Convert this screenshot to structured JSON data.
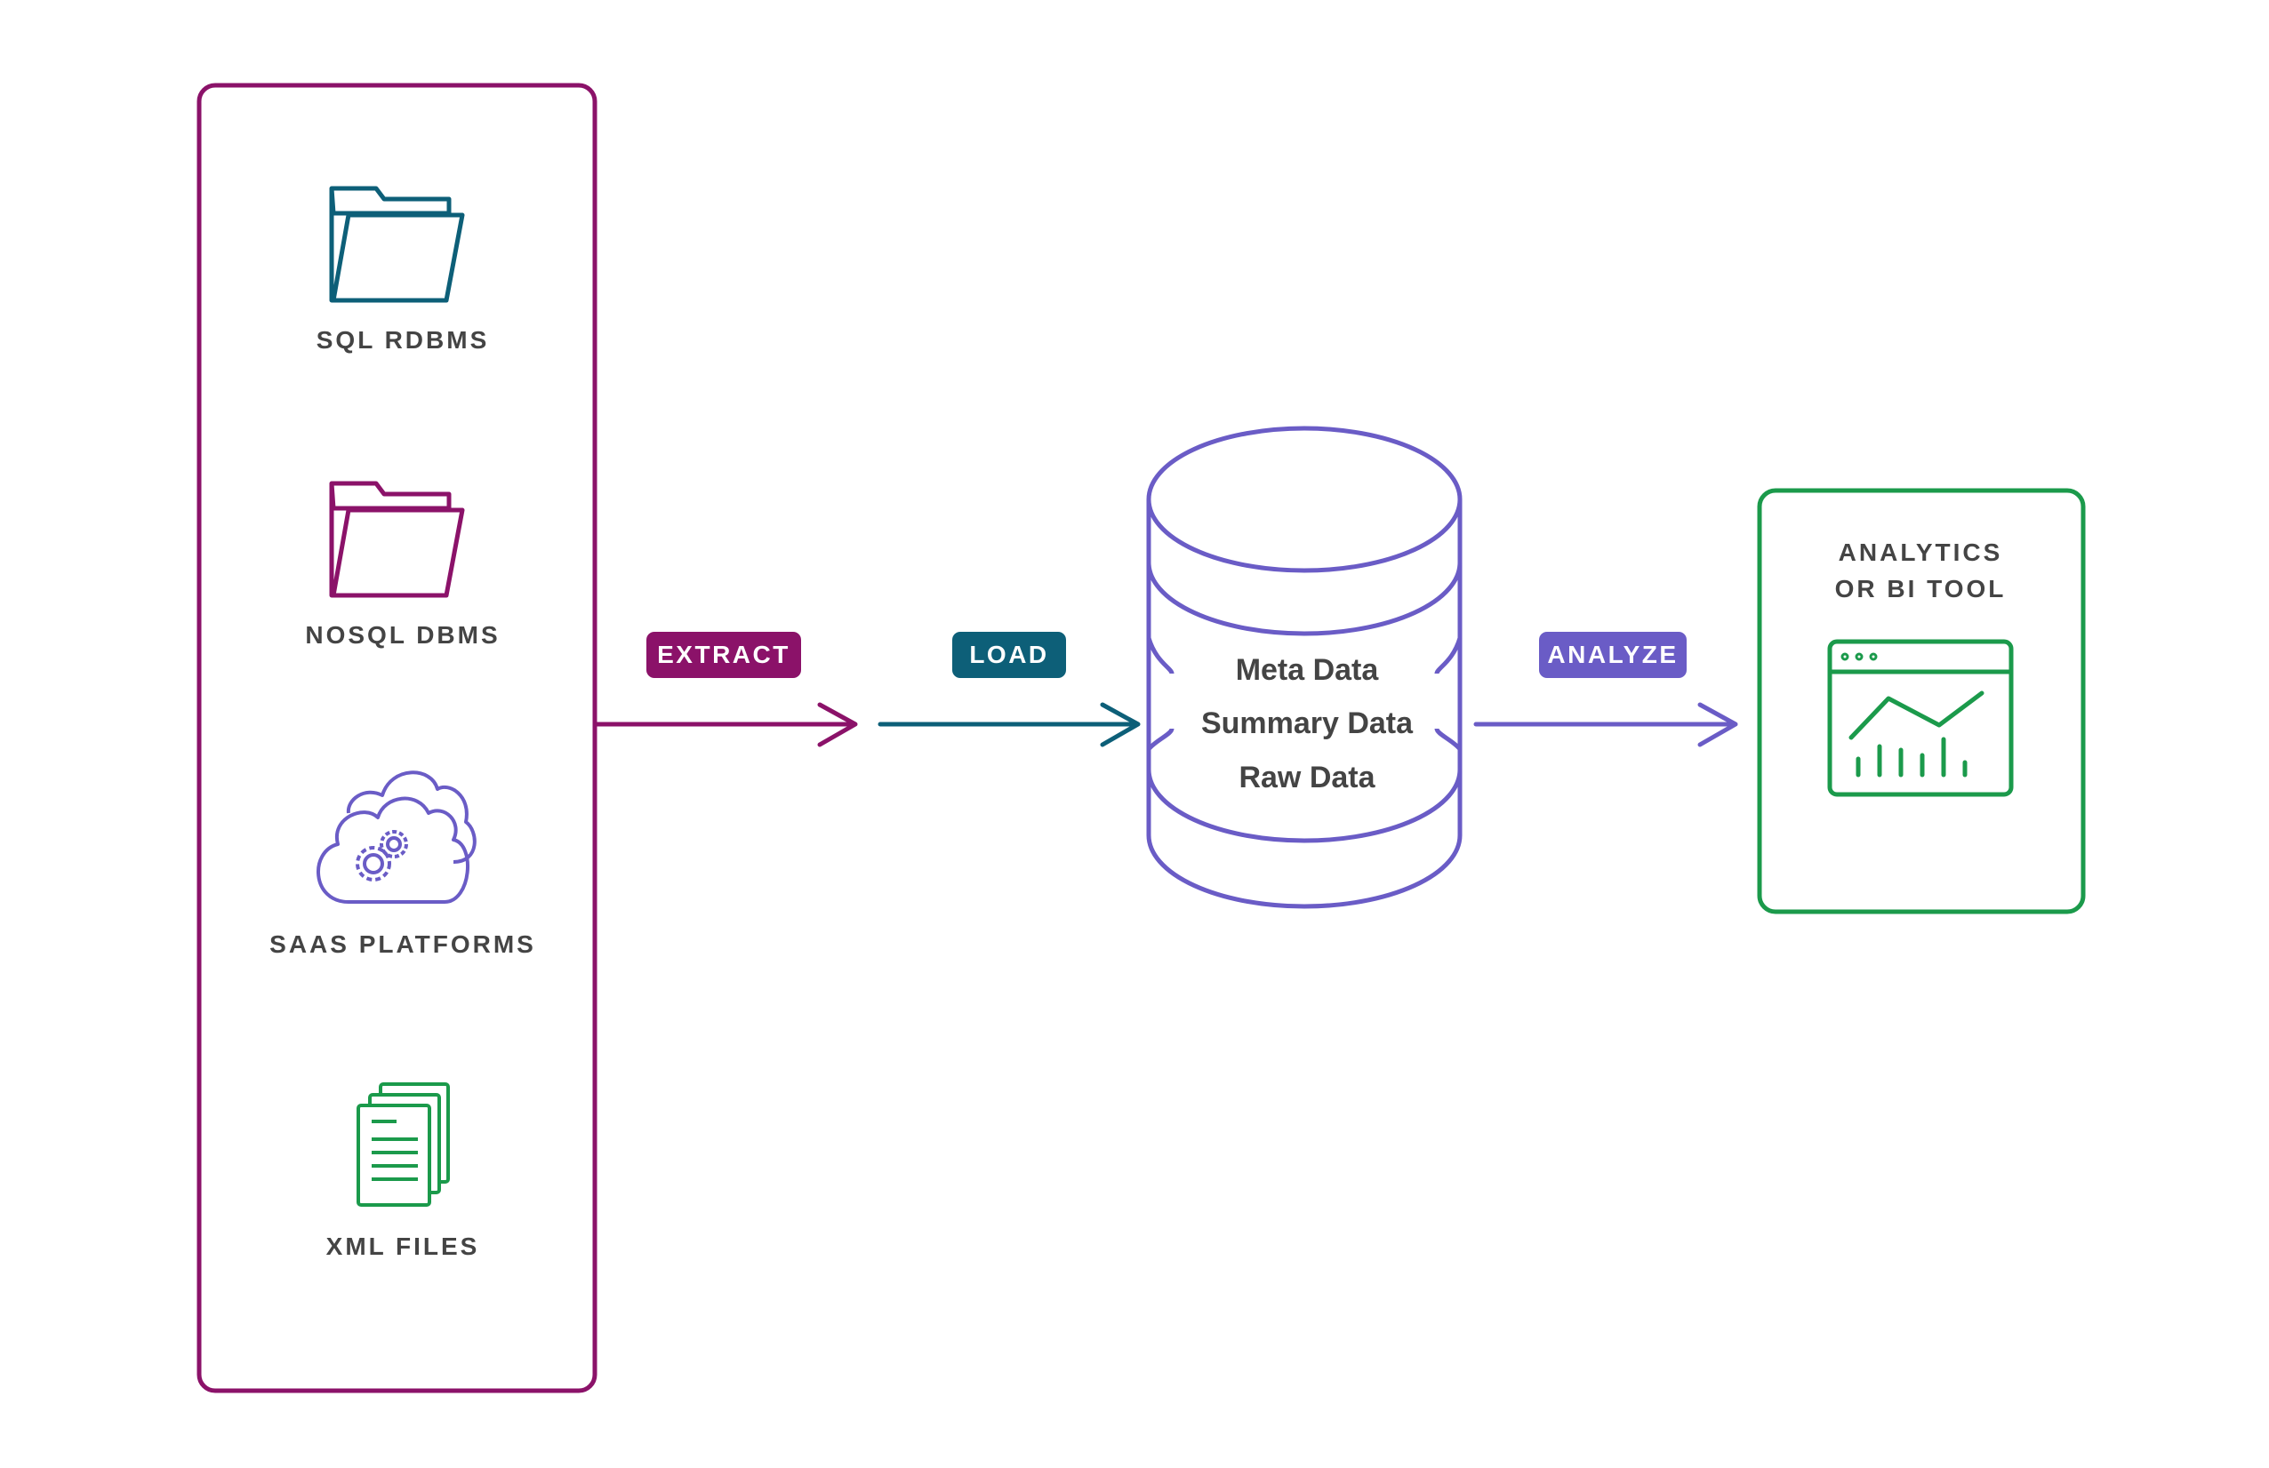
{
  "sources": [
    {
      "label": "SQL RDBMS",
      "icon": "folder-icon"
    },
    {
      "label": "NOSQL DBMS",
      "icon": "folder-icon"
    },
    {
      "label": "SAAS PLATFORMS",
      "icon": "cloud-gears-icon"
    },
    {
      "label": "XML FILES",
      "icon": "documents-icon"
    }
  ],
  "steps": {
    "extract": "EXTRACT",
    "load": "LOAD",
    "analyze": "ANALYZE"
  },
  "warehouse": {
    "layers": [
      "Meta Data",
      "Summary Data",
      "Raw Data"
    ],
    "icon": "database-icon"
  },
  "analytics": {
    "title_line1": "ANALYTICS",
    "title_line2": "OR BI TOOL",
    "icon": "dashboard-chart-icon"
  },
  "colors": {
    "extract": "#8b1269",
    "load": "#0d5f78",
    "analyze": "#6a5cc6",
    "analytics": "#1b9a4b",
    "text": "#444444"
  }
}
